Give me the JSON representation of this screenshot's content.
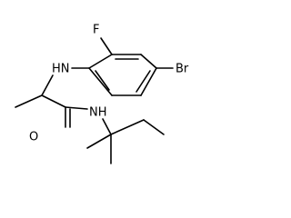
{
  "molecule": {
    "atoms": {
      "fluorine": "F",
      "bromine": "Br",
      "amine_nh": "HN",
      "amide_nh": "NH",
      "carbonyl_o": "O"
    },
    "colors": {
      "bond": "#000000",
      "label": "#000000",
      "background": "#ffffff"
    }
  }
}
